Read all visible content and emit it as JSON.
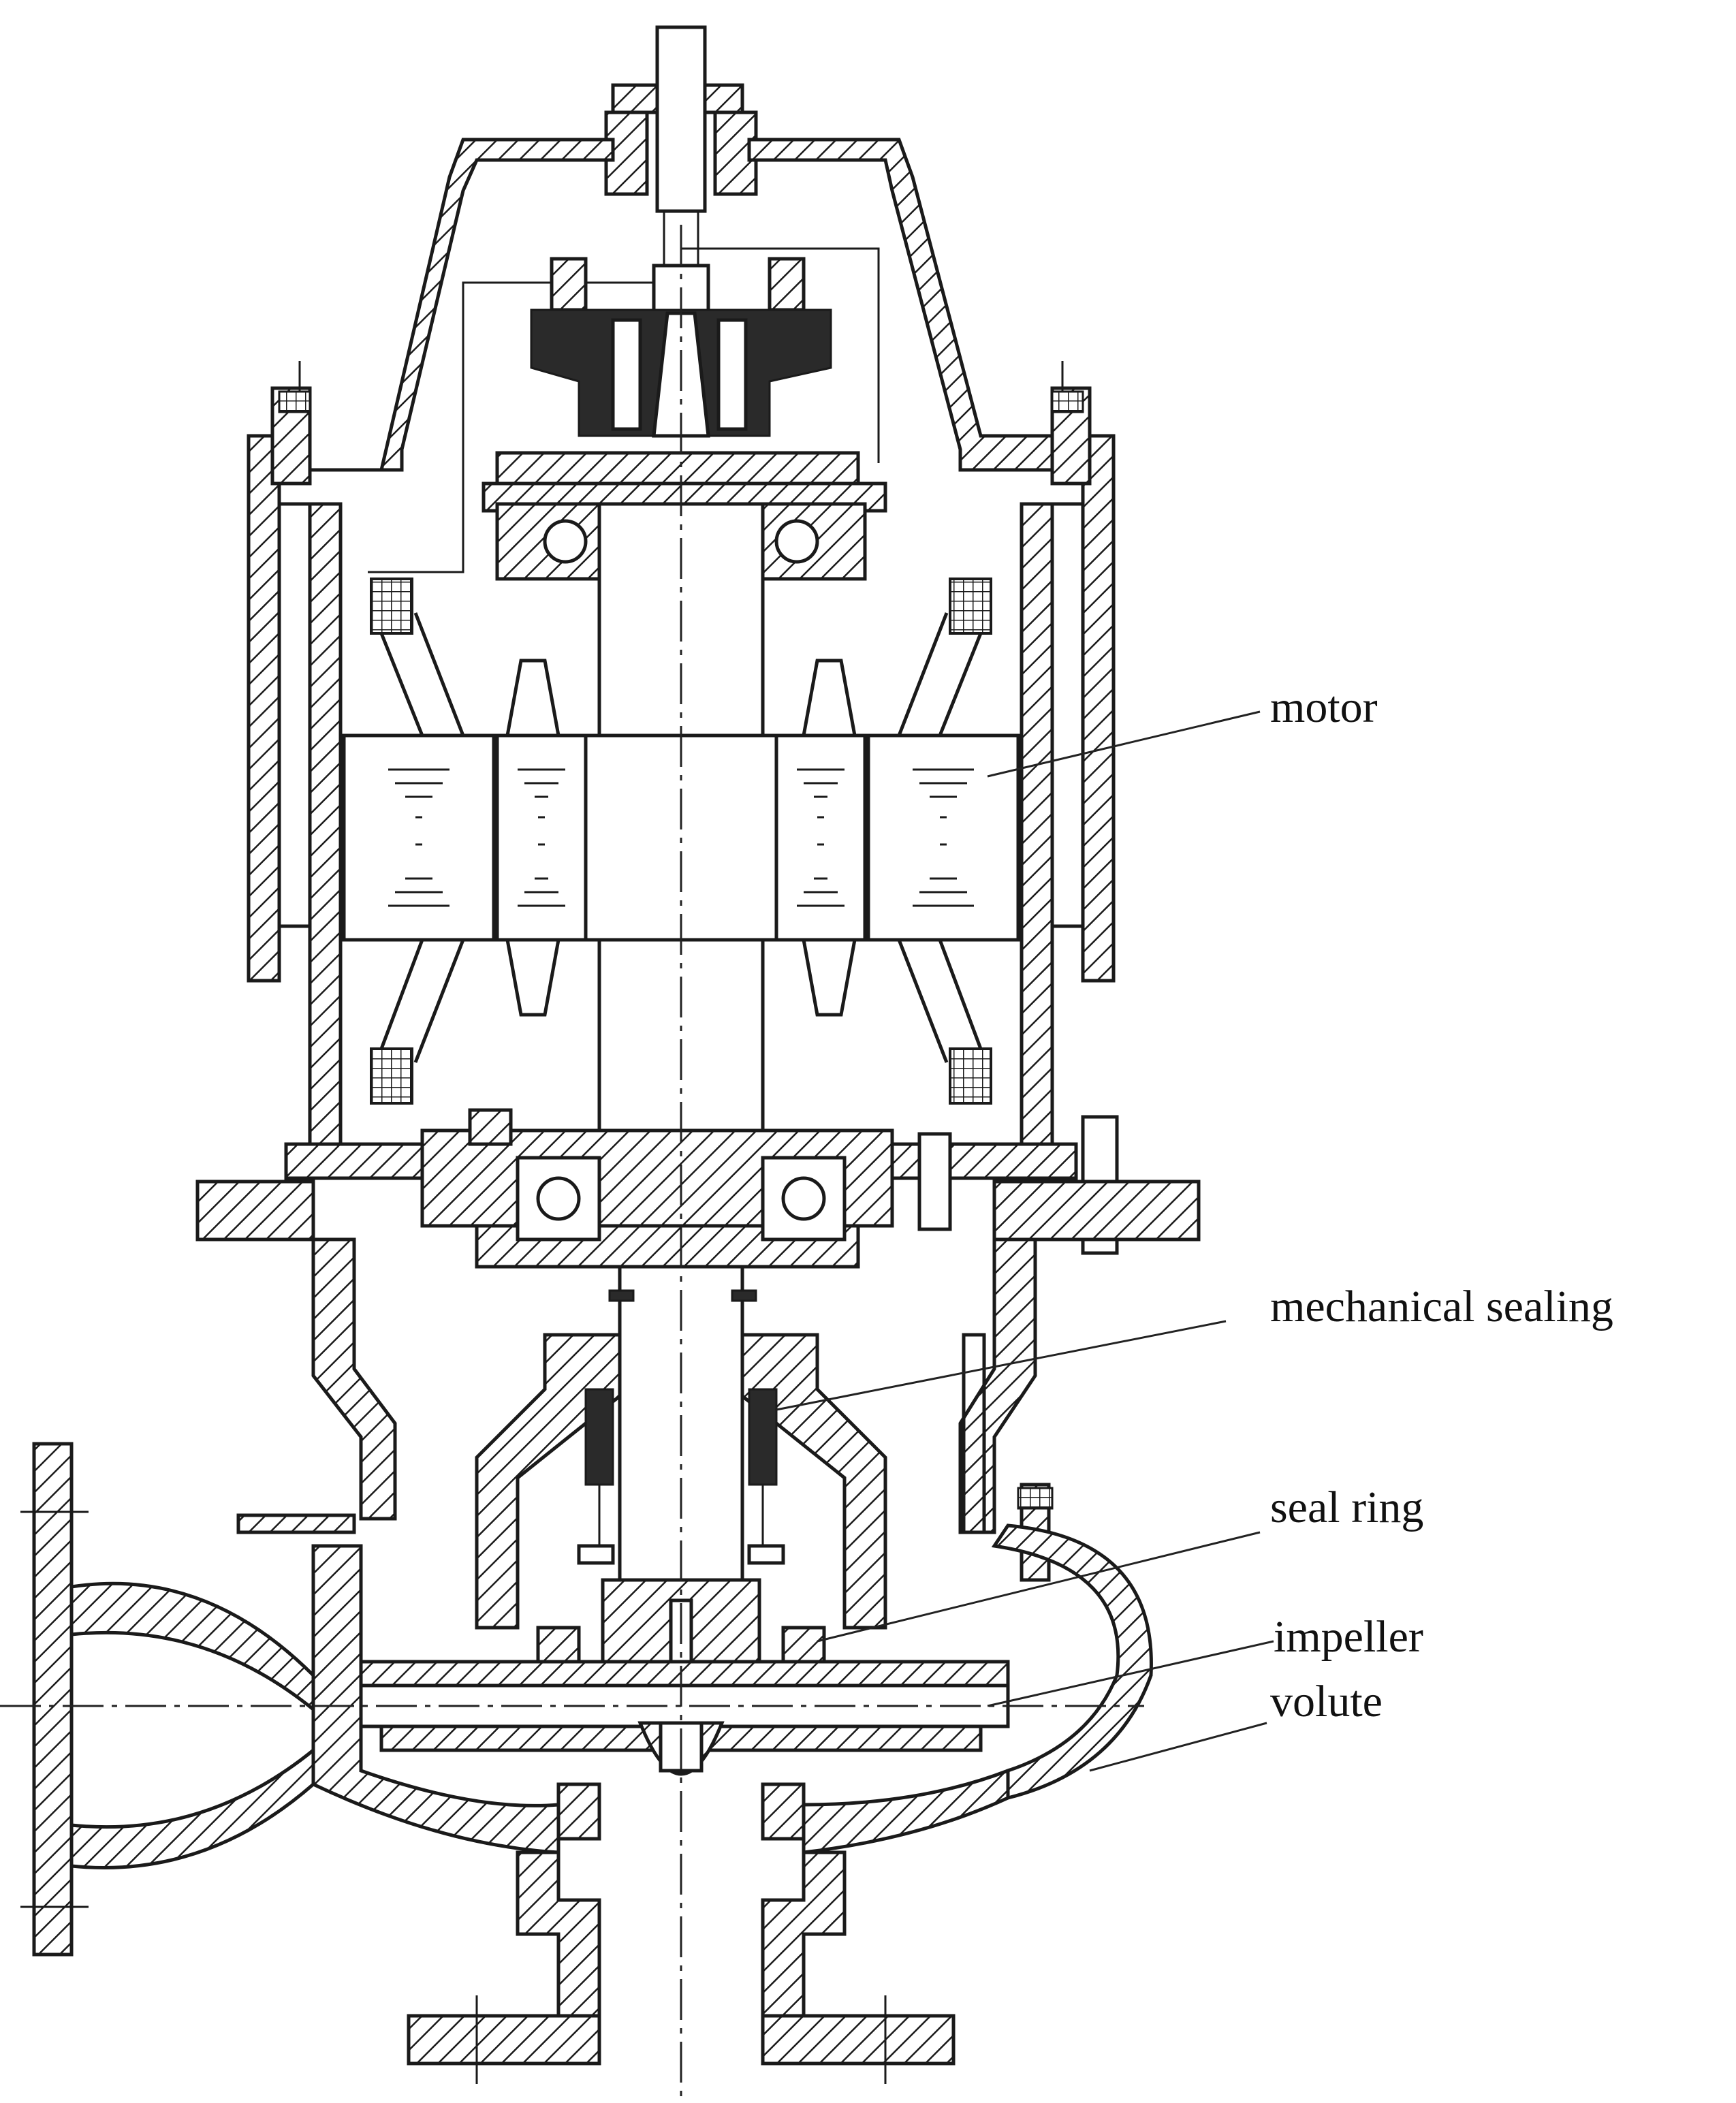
{
  "labels": {
    "motor": "motor",
    "mechanical_sealing": "mechanical sealing",
    "seal_ring": "seal ring",
    "impeller": "impeller",
    "volute": "volute"
  }
}
